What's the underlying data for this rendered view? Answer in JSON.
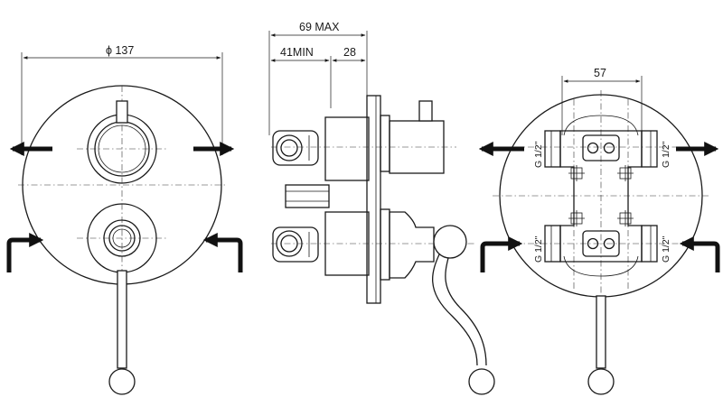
{
  "dimensions": {
    "diameter": "ϕ 137",
    "max_depth": "69 MAX",
    "min_depth": "41MIN",
    "offset": "28",
    "port_spacing": "57"
  },
  "thread_labels": [
    "G 1/2\"",
    "G 1/2\"",
    "G 1/2\"",
    "G 1/2\""
  ],
  "views": [
    "front",
    "side",
    "rear"
  ],
  "colors": {
    "line": "#1a1a1a",
    "background": "#ffffff"
  }
}
